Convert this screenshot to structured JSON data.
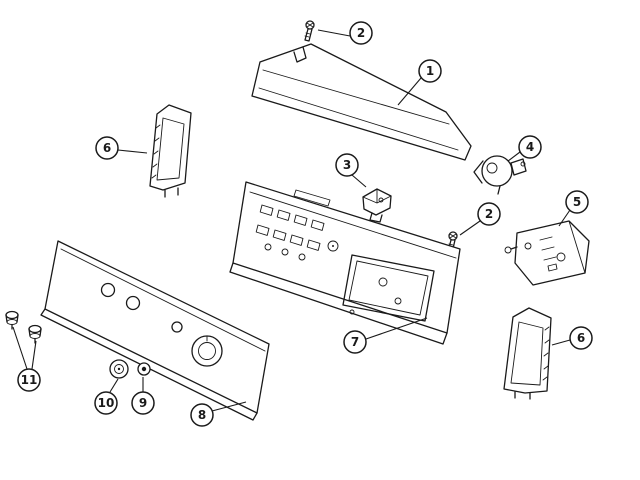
{
  "diagram": {
    "type": "exploded-parts-diagram",
    "subject": "control-panel-assembly",
    "colors": {
      "line": "#1a1a1a",
      "background": "#ffffff"
    },
    "callouts": [
      {
        "id": "2-top",
        "label": "2"
      },
      {
        "id": "1",
        "label": "1"
      },
      {
        "id": "6-left",
        "label": "6"
      },
      {
        "id": "3",
        "label": "3"
      },
      {
        "id": "4",
        "label": "4"
      },
      {
        "id": "2-right",
        "label": "2"
      },
      {
        "id": "5",
        "label": "5"
      },
      {
        "id": "7",
        "label": "7"
      },
      {
        "id": "6-right",
        "label": "6"
      },
      {
        "id": "8",
        "label": "8"
      },
      {
        "id": "9",
        "label": "9"
      },
      {
        "id": "10",
        "label": "10"
      },
      {
        "id": "11",
        "label": "11"
      }
    ]
  }
}
